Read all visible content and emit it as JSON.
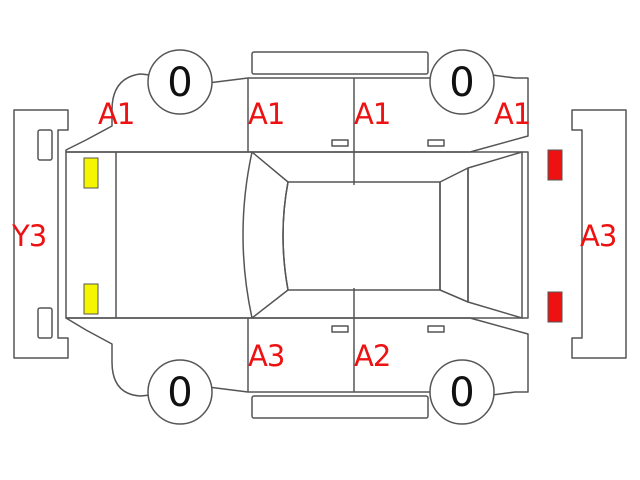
{
  "colors": {
    "outline": "#555555",
    "marker_yellow": "#f5f500",
    "marker_red": "#ee1111",
    "label_red": "#ee1111"
  },
  "tire_values": {
    "front_left": "0",
    "rear_left": "0",
    "front_right": "0",
    "rear_right": "0"
  },
  "labels": {
    "front_left_fender": "A1",
    "front_left_door": "A1",
    "rear_left_door": "A1",
    "rear_left_quarter": "A1",
    "rear_bumper": "A3",
    "front_bumper": "Y3",
    "front_right_door": "A3",
    "rear_right_door": "A2"
  },
  "markers": {
    "front_lights": [
      "yellow",
      "yellow"
    ],
    "rear_lights": [
      "red",
      "red"
    ]
  }
}
